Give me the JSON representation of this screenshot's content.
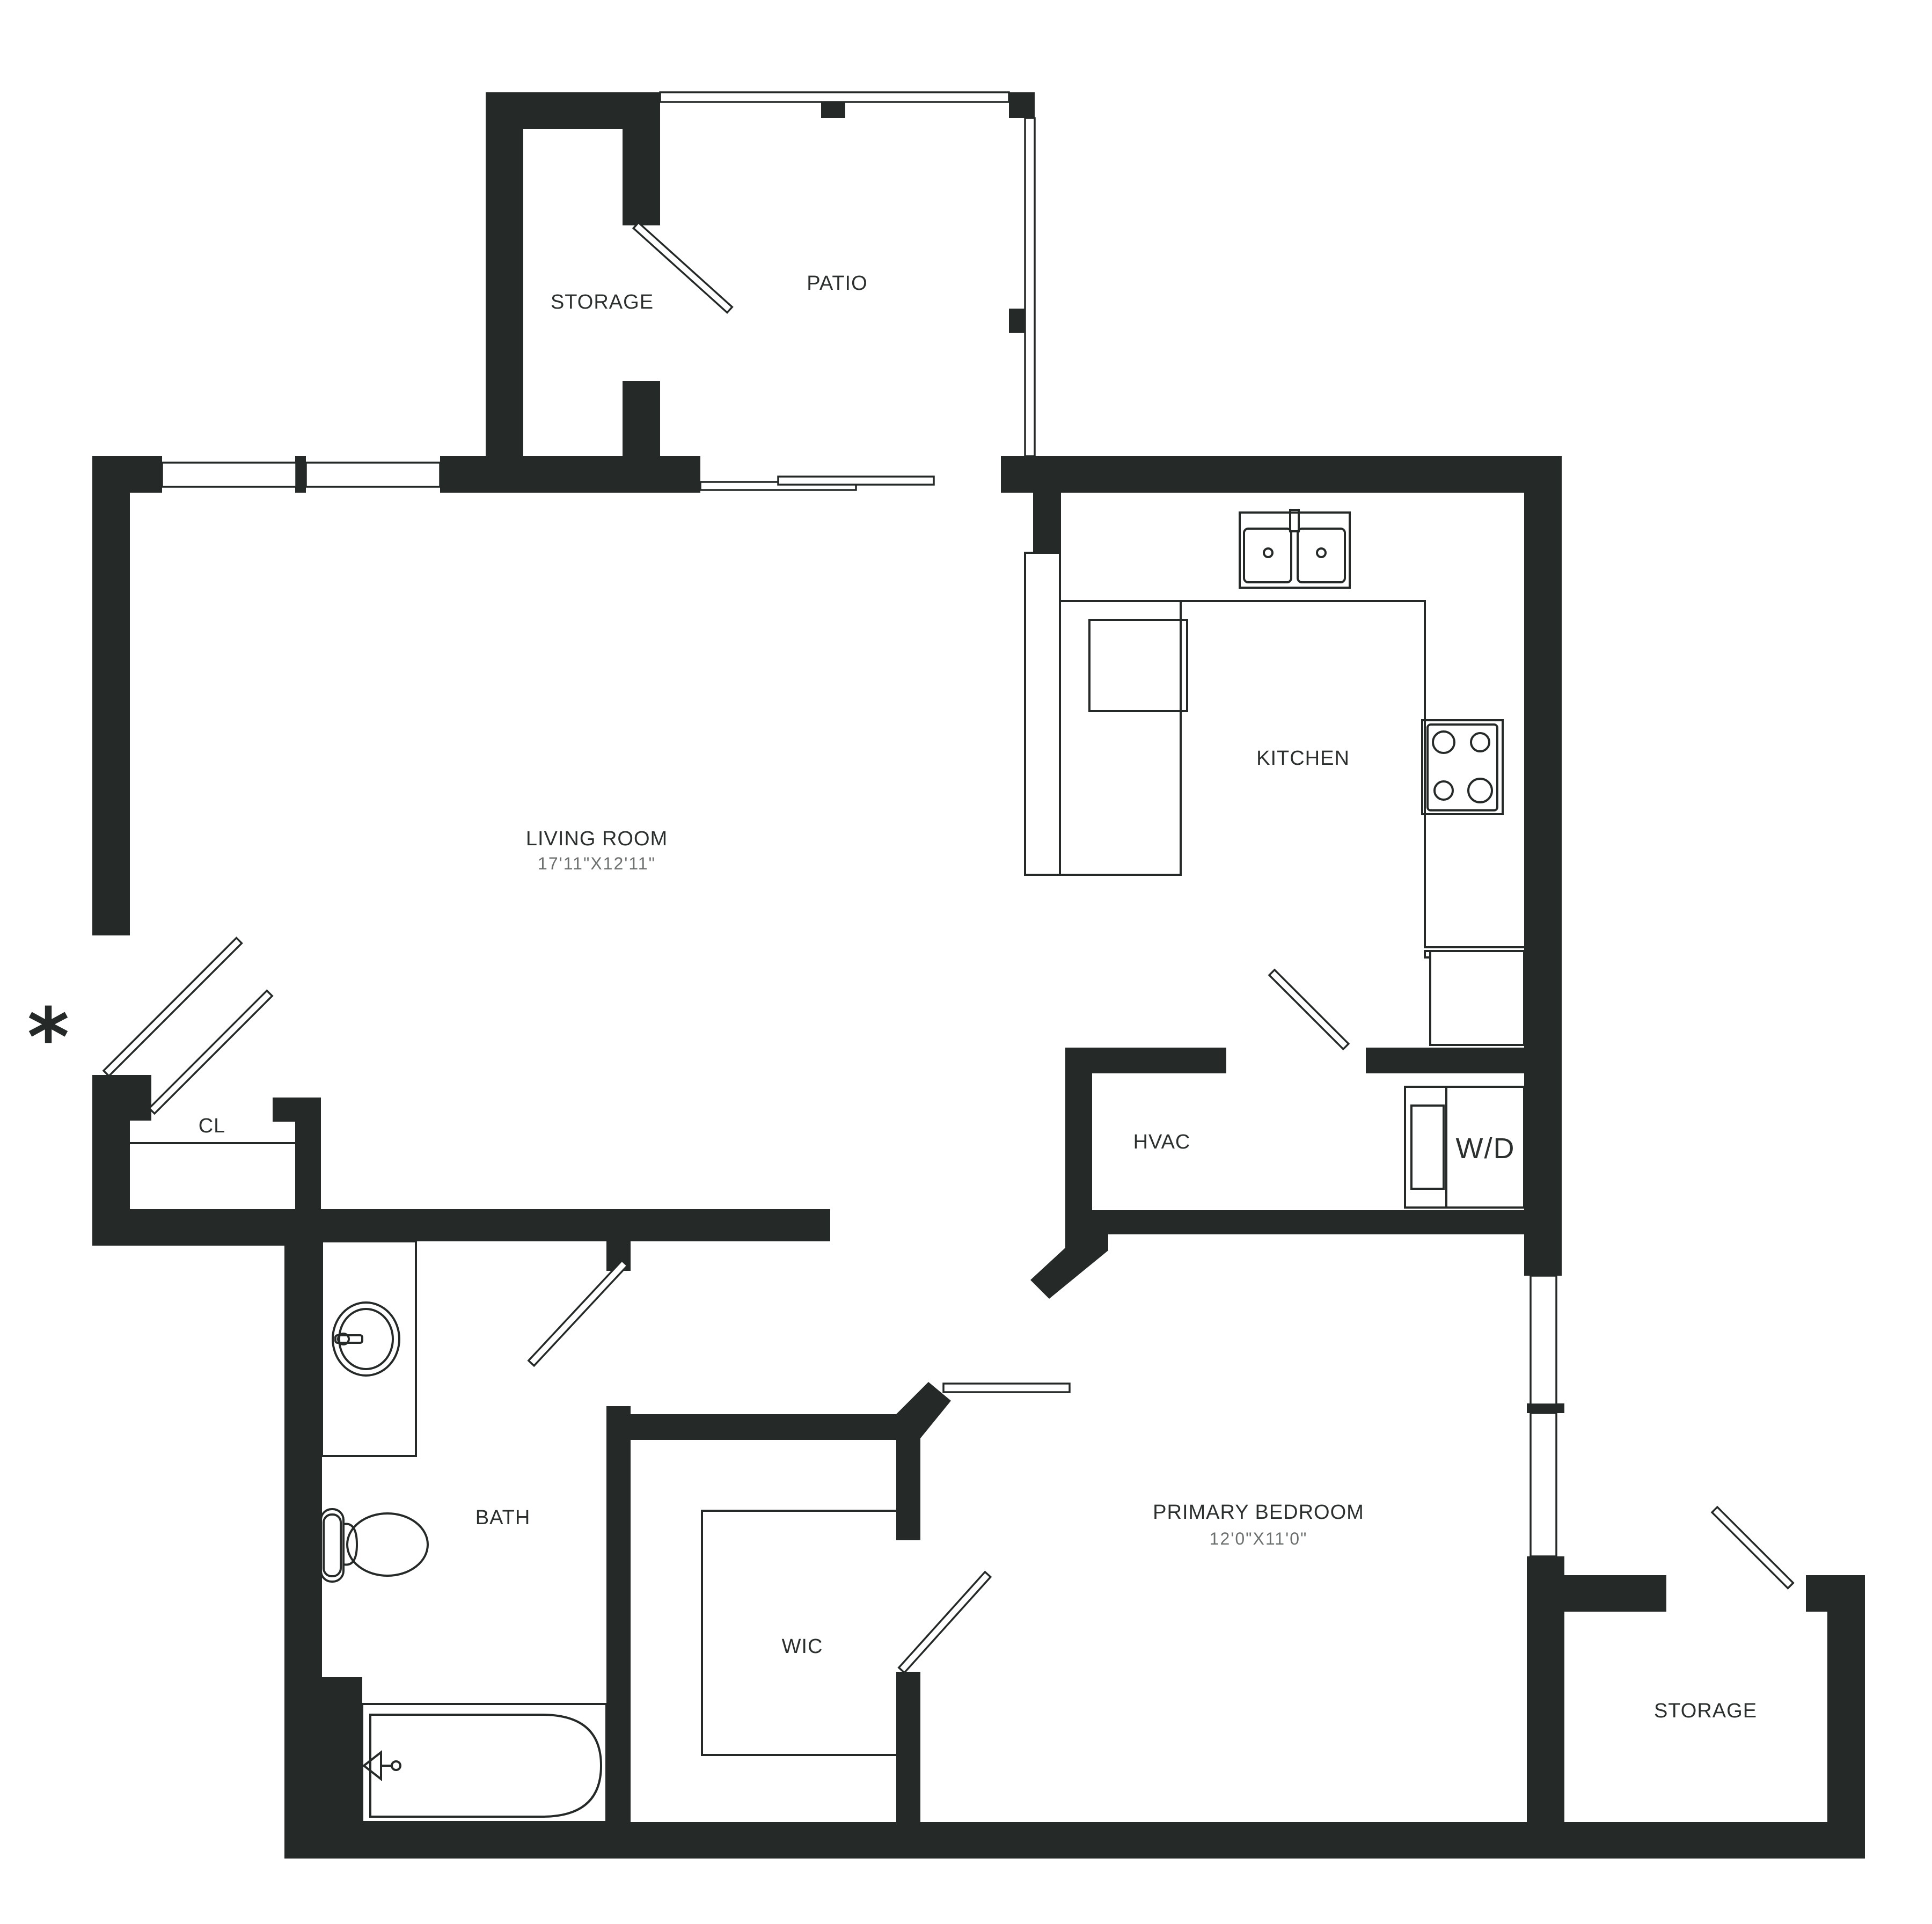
{
  "rooms": {
    "storage_top": "STORAGE",
    "patio": "PATIO",
    "living_room": "LIVING ROOM",
    "living_room_dim": "17'11\"X12'11\"",
    "kitchen": "KITCHEN",
    "closet": "CL",
    "hvac": "HVAC",
    "washer_dryer": "W/D",
    "bath": "BATH",
    "primary_bedroom": "PRIMARY BEDROOM",
    "primary_bedroom_dim": "12'0\"X11'0\"",
    "wic": "WIC",
    "storage_bottom": "STORAGE"
  },
  "marker": "*",
  "colors": {
    "wall": "#252a29",
    "background": "#ffffff"
  }
}
